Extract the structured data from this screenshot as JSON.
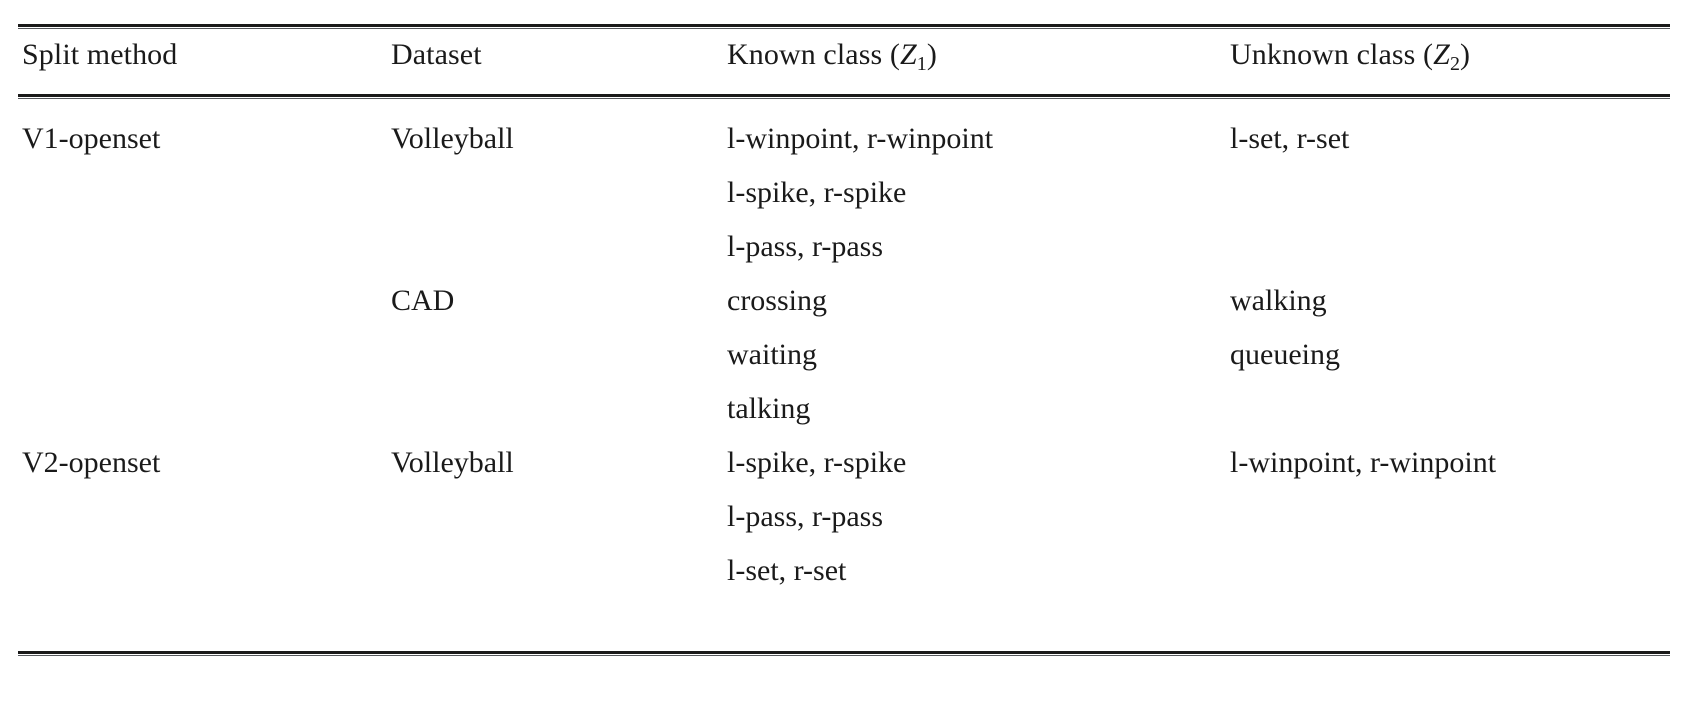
{
  "table": {
    "columns": [
      {
        "key": "split_method",
        "label": "Split method"
      },
      {
        "key": "dataset",
        "label": "Dataset"
      },
      {
        "key": "known_class",
        "label_prefix": "Known class (",
        "label_symbol": "Z",
        "label_subscript": "1",
        "label_suffix": ")"
      },
      {
        "key": "unknown_class",
        "label_prefix": "Unknown class (",
        "label_symbol": "Z",
        "label_subscript": "2",
        "label_suffix": ")"
      }
    ],
    "rows": [
      {
        "split_method": "V1-openset",
        "groups": [
          {
            "dataset": "Volleyball",
            "known_class": [
              "l-winpoint, r-winpoint",
              "l-spike, r-spike",
              "l-pass, r-pass"
            ],
            "unknown_class": [
              "l-set, r-set"
            ]
          },
          {
            "dataset": "CAD",
            "known_class": [
              "crossing",
              "waiting",
              "talking"
            ],
            "unknown_class": [
              "walking",
              "queueing"
            ]
          }
        ]
      },
      {
        "split_method": "V2-openset",
        "groups": [
          {
            "dataset": "Volleyball",
            "known_class": [
              "l-spike, r-spike",
              "l-pass, r-pass",
              "l-set, r-set"
            ],
            "unknown_class": [
              "l-winpoint, r-winpoint"
            ]
          }
        ]
      }
    ],
    "cells": {
      "r0_split": "V1-openset",
      "r0_dataset": "Volleyball",
      "r0_known_0": "l-winpoint, r-winpoint",
      "r0_known_1": "l-spike, r-spike",
      "r0_known_2": "l-pass, r-pass",
      "r0_unknown_0": "l-set, r-set",
      "r1_dataset": "CAD",
      "r1_known_0": "crossing",
      "r1_known_1": "waiting",
      "r1_known_2": "talking",
      "r1_unknown_0": "walking",
      "r1_unknown_1": "queueing",
      "r2_split": "V2-openset",
      "r2_dataset": "Volleyball",
      "r2_known_0": "l-spike, r-spike",
      "r2_known_1": "l-pass, r-pass",
      "r2_known_2": "l-set, r-set",
      "r2_unknown_0": "l-winpoint, r-winpoint"
    }
  },
  "colors": {
    "text": "#1a1a1a",
    "rule": "#1a1a1a",
    "background": "#ffffff"
  }
}
